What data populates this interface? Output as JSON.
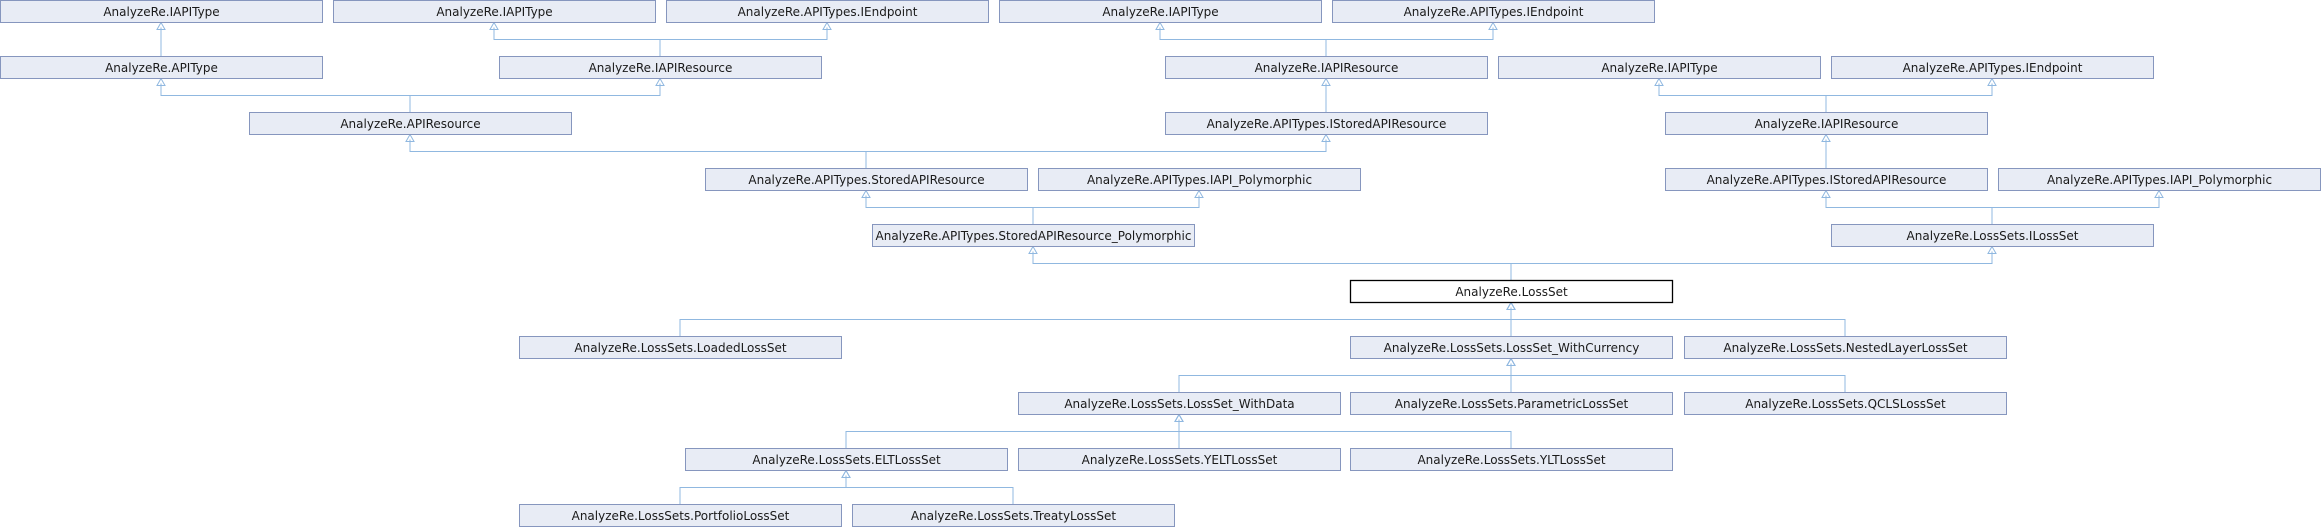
{
  "nodes": [
    {
      "id": "n0",
      "label": "AnalyzeRe.IAPIType"
    },
    {
      "id": "n1",
      "label": "AnalyzeRe.IAPIType"
    },
    {
      "id": "n2",
      "label": "AnalyzeRe.APITypes.IEndpoint"
    },
    {
      "id": "n3",
      "label": "AnalyzeRe.IAPIType"
    },
    {
      "id": "n4",
      "label": "AnalyzeRe.APITypes.IEndpoint"
    },
    {
      "id": "n5",
      "label": "AnalyzeRe.APIType"
    },
    {
      "id": "n6",
      "label": "AnalyzeRe.IAPIResource"
    },
    {
      "id": "n7",
      "label": "AnalyzeRe.IAPIResource"
    },
    {
      "id": "n8",
      "label": "AnalyzeRe.IAPIType"
    },
    {
      "id": "n9",
      "label": "AnalyzeRe.APITypes.IEndpoint"
    },
    {
      "id": "n10",
      "label": "AnalyzeRe.APIResource"
    },
    {
      "id": "n11",
      "label": "AnalyzeRe.APITypes.IStoredAPIResource"
    },
    {
      "id": "n12",
      "label": "AnalyzeRe.IAPIResource"
    },
    {
      "id": "n13",
      "label": "AnalyzeRe.APITypes.StoredAPIResource"
    },
    {
      "id": "n14",
      "label": "AnalyzeRe.APITypes.IAPI_Polymorphic"
    },
    {
      "id": "n15",
      "label": "AnalyzeRe.APITypes.IStoredAPIResource"
    },
    {
      "id": "n16",
      "label": "AnalyzeRe.APITypes.IAPI_Polymorphic"
    },
    {
      "id": "n17",
      "label": "AnalyzeRe.APITypes.StoredAPIResource_Polymorphic"
    },
    {
      "id": "n18",
      "label": "AnalyzeRe.LossSets.ILossSet"
    },
    {
      "id": "n19",
      "label": "AnalyzeRe.LossSet",
      "focus": true
    },
    {
      "id": "n20",
      "label": "AnalyzeRe.LossSets.LoadedLossSet"
    },
    {
      "id": "n21",
      "label": "AnalyzeRe.LossSets.LossSet_WithCurrency"
    },
    {
      "id": "n22",
      "label": "AnalyzeRe.LossSets.NestedLayerLossSet"
    },
    {
      "id": "n23",
      "label": "AnalyzeRe.LossSets.LossSet_WithData"
    },
    {
      "id": "n24",
      "label": "AnalyzeRe.LossSets.ParametricLossSet"
    },
    {
      "id": "n25",
      "label": "AnalyzeRe.LossSets.QCLSLossSet"
    },
    {
      "id": "n26",
      "label": "AnalyzeRe.LossSets.ELTLossSet"
    },
    {
      "id": "n27",
      "label": "AnalyzeRe.LossSets.YELTLossSet"
    },
    {
      "id": "n28",
      "label": "AnalyzeRe.LossSets.YLTLossSet"
    },
    {
      "id": "n29",
      "label": "AnalyzeRe.LossSets.PortfolioLossSet"
    },
    {
      "id": "n30",
      "label": "AnalyzeRe.LossSets.TreatyLossSet"
    }
  ],
  "edges": [
    {
      "from": "n5",
      "to": "n0"
    },
    {
      "from": "n6",
      "to": "n1"
    },
    {
      "from": "n6",
      "to": "n2"
    },
    {
      "from": "n7",
      "to": "n3"
    },
    {
      "from": "n7",
      "to": "n4"
    },
    {
      "from": "n10",
      "to": "n5"
    },
    {
      "from": "n10",
      "to": "n6"
    },
    {
      "from": "n11",
      "to": "n7"
    },
    {
      "from": "n12",
      "to": "n8"
    },
    {
      "from": "n12",
      "to": "n9"
    },
    {
      "from": "n13",
      "to": "n10"
    },
    {
      "from": "n13",
      "to": "n11"
    },
    {
      "from": "n15",
      "to": "n12"
    },
    {
      "from": "n17",
      "to": "n13"
    },
    {
      "from": "n17",
      "to": "n14"
    },
    {
      "from": "n18",
      "to": "n15"
    },
    {
      "from": "n18",
      "to": "n16"
    },
    {
      "from": "n19",
      "to": "n17"
    },
    {
      "from": "n19",
      "to": "n18"
    },
    {
      "from": "n20",
      "to": "n19"
    },
    {
      "from": "n21",
      "to": "n19"
    },
    {
      "from": "n22",
      "to": "n19"
    },
    {
      "from": "n23",
      "to": "n21"
    },
    {
      "from": "n24",
      "to": "n21"
    },
    {
      "from": "n25",
      "to": "n21"
    },
    {
      "from": "n26",
      "to": "n23"
    },
    {
      "from": "n27",
      "to": "n23"
    },
    {
      "from": "n28",
      "to": "n23"
    },
    {
      "from": "n29",
      "to": "n26"
    },
    {
      "from": "n30",
      "to": "n26"
    }
  ]
}
